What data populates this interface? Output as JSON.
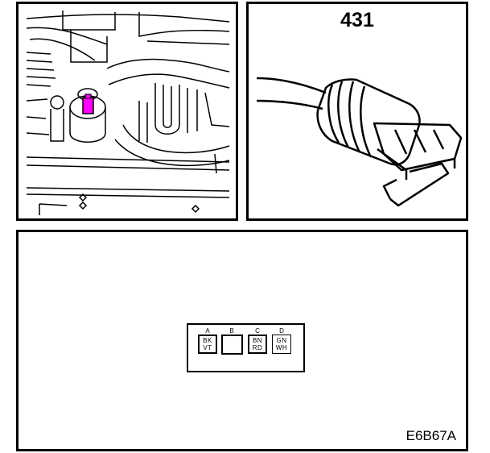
{
  "connector_number": "431",
  "diagram_code": "E6B67A",
  "pins": [
    {
      "letter": "A",
      "codes": [
        "BK",
        "VT"
      ]
    },
    {
      "letter": "B",
      "codes": []
    },
    {
      "letter": "C",
      "codes": [
        "BN",
        "RD"
      ]
    },
    {
      "letter": "D",
      "codes": [
        "GN",
        "WH"
      ]
    }
  ],
  "colors": {
    "line": "#000000",
    "highlight": "#ff00ff",
    "background": "#ffffff"
  }
}
